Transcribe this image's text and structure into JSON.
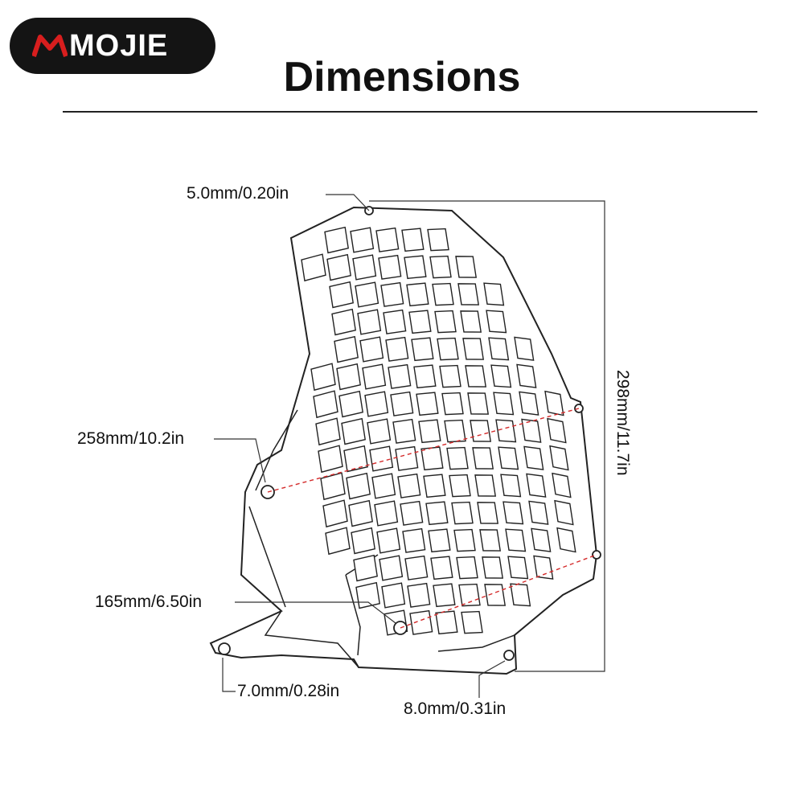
{
  "logo": {
    "text": "MOJIE",
    "accent": "#d81e1e"
  },
  "title": "Dimensions",
  "dimensions": {
    "hole_top": "5.0mm/0.20in",
    "width_upper": "258mm/10.2in",
    "height": "298mm/11.7in",
    "width_lower": "165mm/6.50in",
    "hole_bottom_left": "7.0mm/0.28in",
    "hole_bottom_right": "8.0mm/0.31in"
  },
  "colors": {
    "outline": "#222222",
    "dimension_line": "#d42a2a",
    "background": "#ffffff"
  }
}
